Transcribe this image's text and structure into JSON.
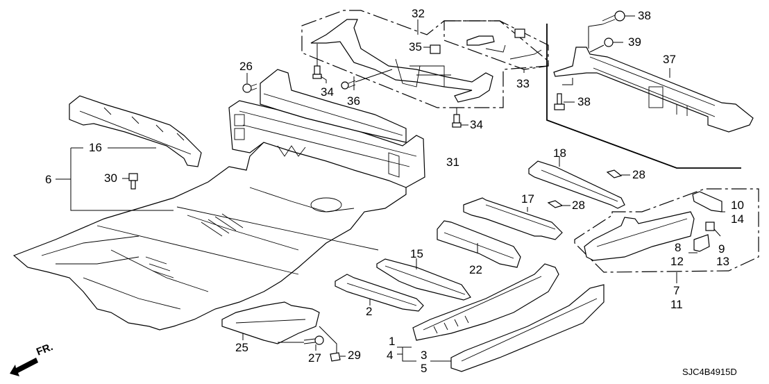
{
  "diagram": {
    "title": "Floor panel / rear frame parts diagram",
    "drawing_code": "SJC4B4915D",
    "direction_indicator": {
      "label": "FR.",
      "icon": "front-arrow-icon"
    },
    "callouts": [
      {
        "id": "c1",
        "label": "1"
      },
      {
        "id": "c2",
        "label": "2"
      },
      {
        "id": "c3",
        "label": "3"
      },
      {
        "id": "c4",
        "label": "4"
      },
      {
        "id": "c5",
        "label": "5"
      },
      {
        "id": "c6",
        "label": "6"
      },
      {
        "id": "c7",
        "label": "7"
      },
      {
        "id": "c8",
        "label": "8"
      },
      {
        "id": "c9",
        "label": "9"
      },
      {
        "id": "c10",
        "label": "10"
      },
      {
        "id": "c11",
        "label": "11"
      },
      {
        "id": "c12",
        "label": "12"
      },
      {
        "id": "c13",
        "label": "13"
      },
      {
        "id": "c14",
        "label": "14"
      },
      {
        "id": "c15",
        "label": "15"
      },
      {
        "id": "c16",
        "label": "16"
      },
      {
        "id": "c17",
        "label": "17"
      },
      {
        "id": "c18",
        "label": "18"
      },
      {
        "id": "c22",
        "label": "22"
      },
      {
        "id": "c25",
        "label": "25"
      },
      {
        "id": "c26",
        "label": "26"
      },
      {
        "id": "c27",
        "label": "27"
      },
      {
        "id": "c28a",
        "label": "28"
      },
      {
        "id": "c28b",
        "label": "28"
      },
      {
        "id": "c29",
        "label": "29"
      },
      {
        "id": "c30",
        "label": "30"
      },
      {
        "id": "c31",
        "label": "31"
      },
      {
        "id": "c32",
        "label": "32"
      },
      {
        "id": "c33",
        "label": "33"
      },
      {
        "id": "c34a",
        "label": "34"
      },
      {
        "id": "c34b",
        "label": "34"
      },
      {
        "id": "c35",
        "label": "35"
      },
      {
        "id": "c36",
        "label": "36"
      },
      {
        "id": "c37",
        "label": "37"
      },
      {
        "id": "c38a",
        "label": "38"
      },
      {
        "id": "c38b",
        "label": "38"
      },
      {
        "id": "c39",
        "label": "39"
      }
    ],
    "groups": [
      {
        "name": "rear-panel-crossmember-group",
        "parts": [
          "32"
        ],
        "subgroup": [
          "33"
        ]
      },
      {
        "name": "tow-hitch-group",
        "parts": [
          "37",
          "38",
          "39"
        ]
      },
      {
        "name": "rear-frame-group",
        "parts": [
          "7",
          "11"
        ],
        "includes": [
          "8",
          "9",
          "10",
          "12",
          "13",
          "14"
        ]
      },
      {
        "name": "floor-group",
        "parts": [
          "6"
        ],
        "includes": [
          "16"
        ]
      },
      {
        "name": "side-frame-group",
        "parts": [
          "1",
          "4"
        ],
        "includes": [
          "3",
          "5"
        ]
      }
    ]
  }
}
